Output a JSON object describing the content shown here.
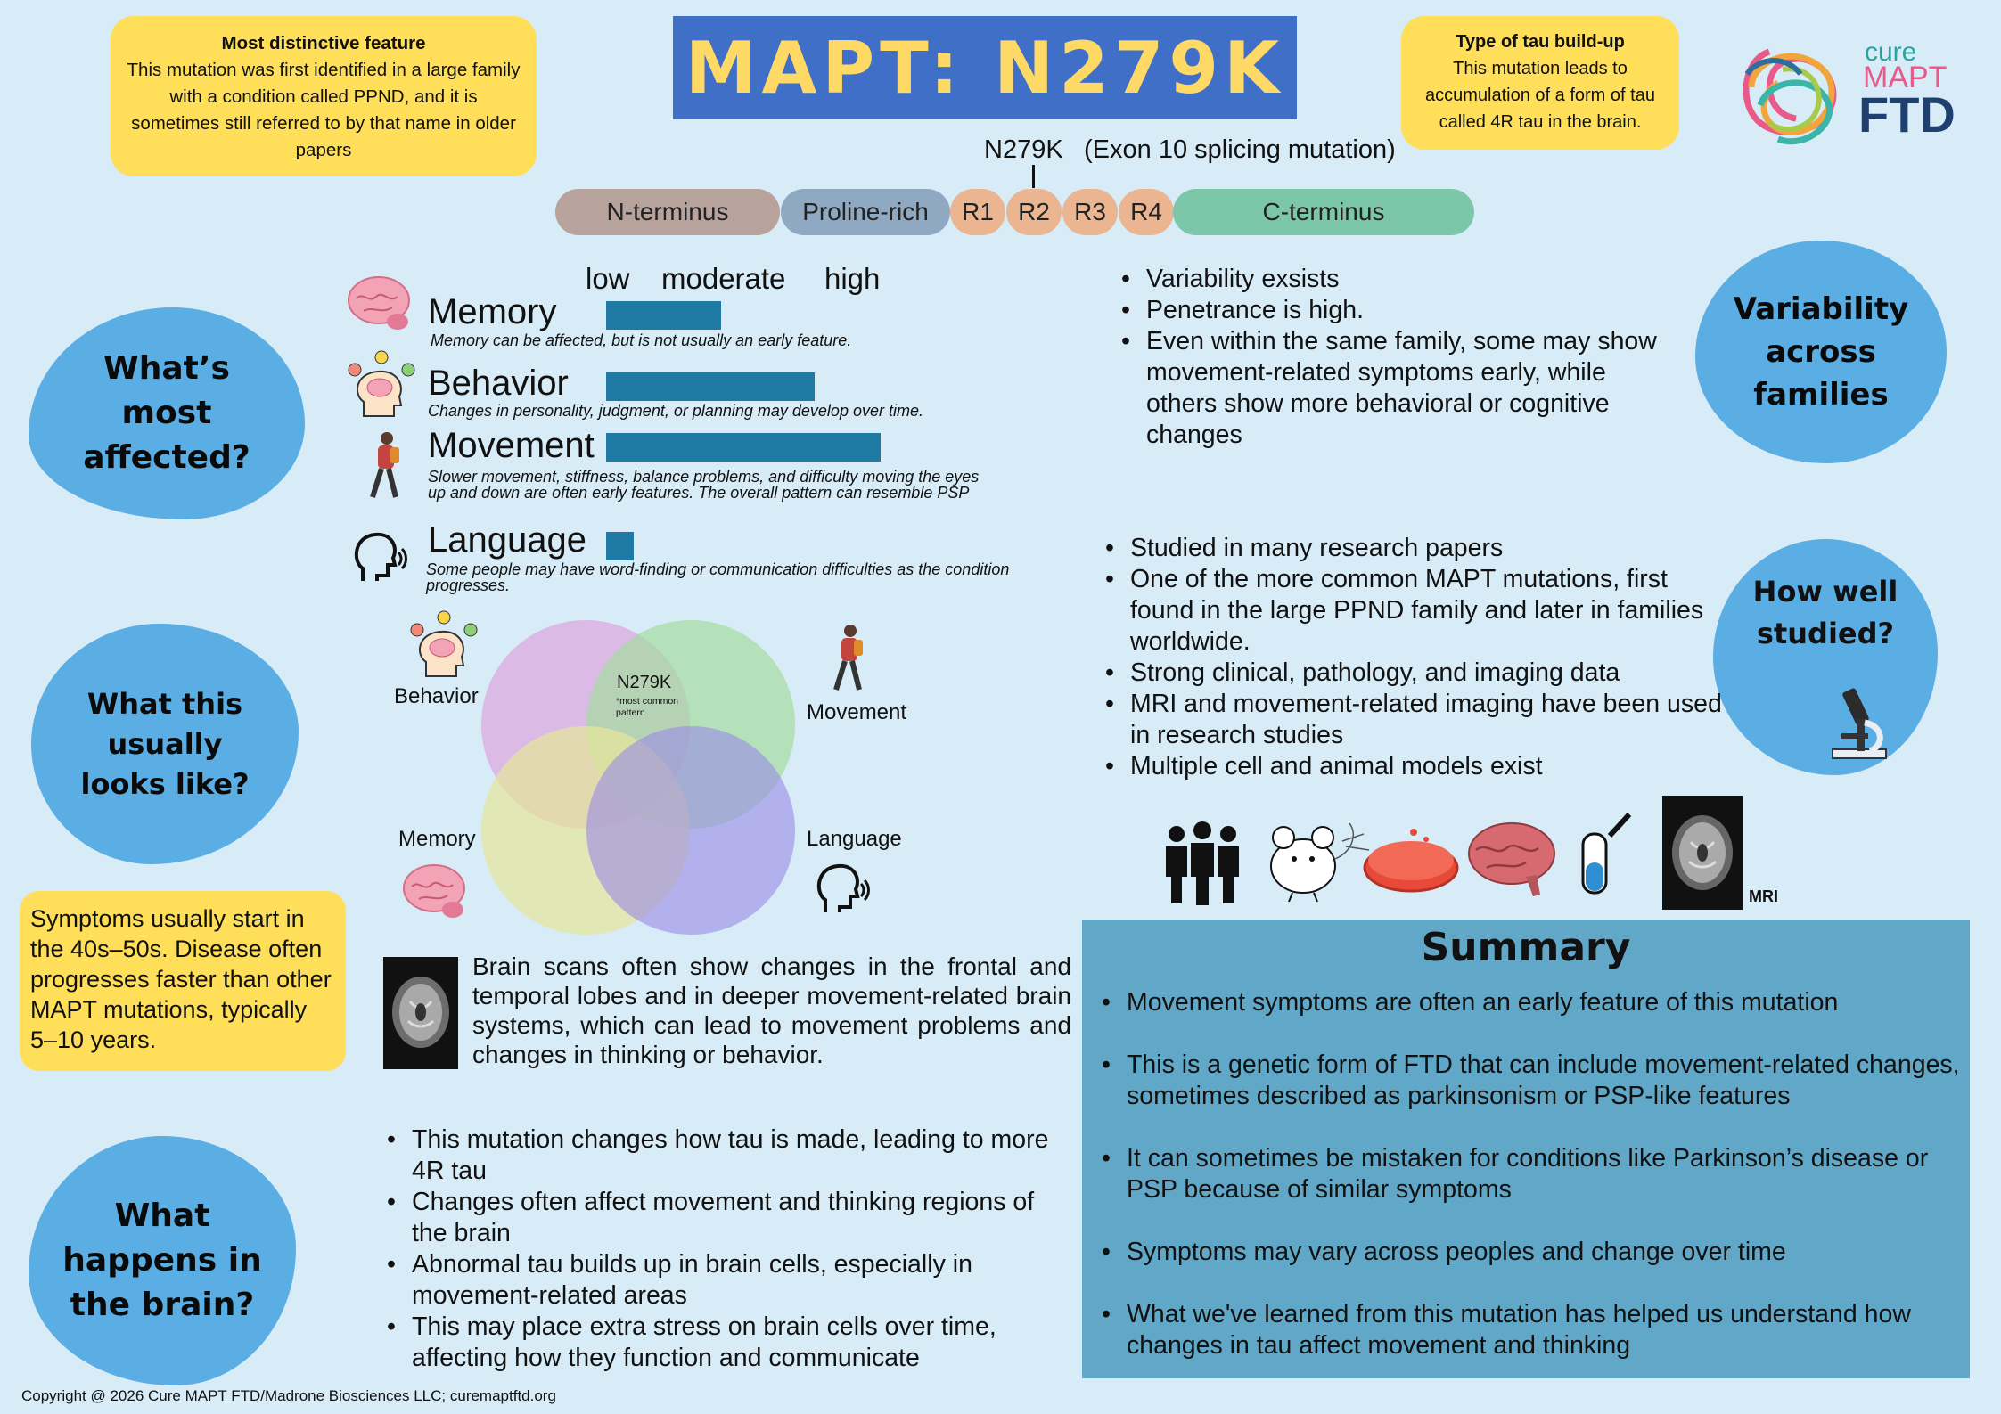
{
  "title": "MAPT: N279K",
  "distinctive": {
    "heading": "Most distinctive feature",
    "text": "This mutation was first identified in a large family with a condition called PPND, and it is sometimes still referred to by that name in older papers"
  },
  "tau_type": {
    "heading": "Type of tau build-up",
    "text": "This mutation leads to accumulation of a form of tau called 4R tau in the brain."
  },
  "logo": {
    "line1": "cure",
    "line2": "MAPT",
    "line3": "FTD"
  },
  "protein": {
    "mutation_label": "N279K",
    "mutation_desc": "(Exon 10 splicing mutation)",
    "domains": [
      "N-terminus",
      "Proline-rich",
      "R1",
      "R2",
      "R3",
      "R4",
      "C-terminus"
    ],
    "colors": [
      "#b7a29c",
      "#8fa9c3",
      "#eab590",
      "#eab590",
      "#eab590",
      "#eab590",
      "#7cc6a9"
    ]
  },
  "blobs": {
    "affected": "What’s most affected?",
    "looks_like": "What this usually looks like?",
    "brain": "What happens in the brain?",
    "variability": "Variability across families",
    "studied": "How well studied?"
  },
  "severity": {
    "scale": [
      "low",
      "moderate",
      "high"
    ],
    "items": [
      {
        "name": "Memory",
        "level": 0.42,
        "note": "Memory can be affected, but is not usually an early feature."
      },
      {
        "name": "Behavior",
        "level": 0.76,
        "note": "Changes in personality, judgment, or planning may develop over time."
      },
      {
        "name": "Movement",
        "level": 1.0,
        "note": "Slower movement, stiffness, balance problems, and difficulty moving the eyes up and down are often early features. The overall pattern can resemble PSP"
      },
      {
        "name": "Language",
        "level": 0.1,
        "note": "Some people may have word-finding or communication difficulties as the condition progresses."
      }
    ]
  },
  "venn": {
    "labels": [
      "Behavior",
      "Movement",
      "Memory",
      "Language"
    ],
    "center": "N279K",
    "center_note": "*most common pattern",
    "colors": [
      "#dcb6e3",
      "#a5dca0",
      "#e7e59a",
      "#9a8ae6"
    ]
  },
  "onset": "Symptoms usually start in the 40s–50s. Disease often progresses faster than other MAPT mutations, typically 5–10 years.",
  "scan_text": "Brain scans often show changes in the frontal and temporal lobes and in deeper movement-related brain systems, which can lead to movement problems and changes in thinking or behavior.",
  "brain_bullets": [
    "This mutation changes how tau is made, leading to more 4R tau",
    "Changes often affect movement and thinking regions of the brain",
    "Abnormal tau builds up in brain cells, especially in movement-related areas",
    "This may place extra stress on brain cells over time, affecting how they function and communicate"
  ],
  "variability_bullets": [
    "Variability exsists",
    "Penetrance is high.",
    "Even within the same family, some may show movement-related symptoms early, while others show more behavioral or cognitive changes"
  ],
  "studied_bullets": [
    "Studied in many research papers",
    "One of the more common MAPT mutations, first found in the large PPND family and later in families worldwide.",
    "Strong clinical, pathology, and imaging data",
    "MRI and movement-related imaging have been used in research studies",
    "Multiple cell and animal models exist"
  ],
  "model_icons": [
    "people-icon",
    "mouse-icon",
    "petri-dish-icon",
    "brain-icon",
    "test-tube-icon",
    "mri-scan-icon"
  ],
  "mri_label": "MRI",
  "summary": {
    "title": "Summary",
    "bullets": [
      "Movement symptoms are often an early feature of this mutation",
      "This is a genetic form of FTD that can include movement-related changes, sometimes described as parkinsonism or PSP-like features",
      "It can sometimes be mistaken for conditions like Parkinson’s disease or PSP because of similar symptoms",
      "Symptoms may vary across peoples and change over time",
      "What we've learned from this mutation has helped us understand how changes in tau affect movement and thinking"
    ]
  },
  "copyright": "Copyright @ 2026 Cure MAPT FTD/Madrone Biosciences LLC; curemaptftd.org"
}
